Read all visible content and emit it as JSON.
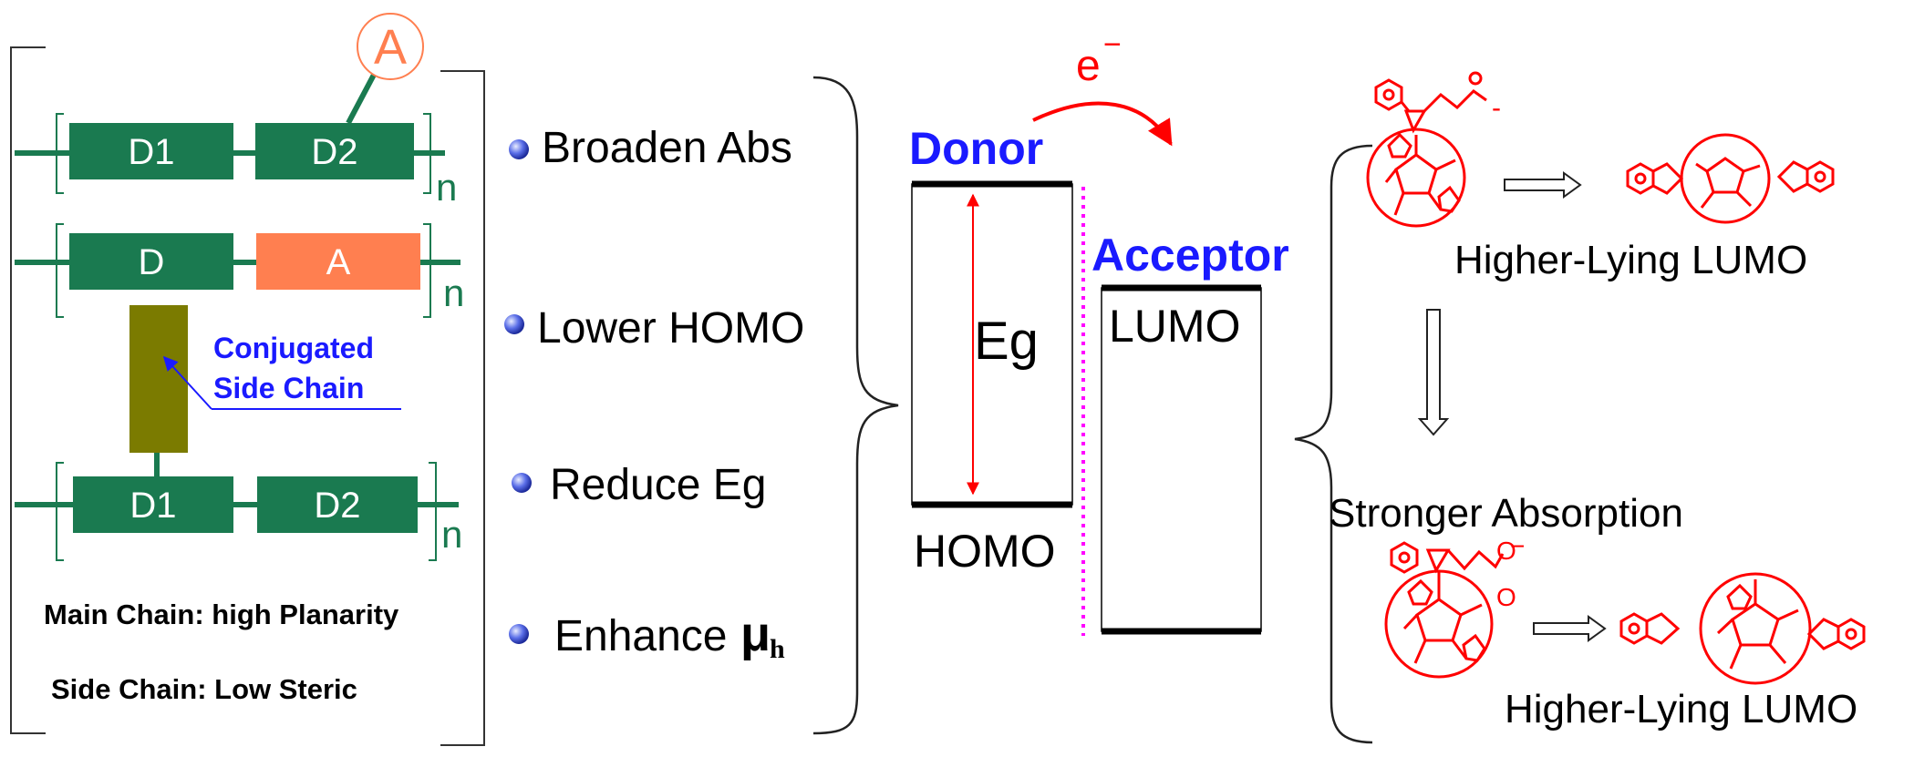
{
  "polymer_panel": {
    "unit1": {
      "block1": "D1",
      "block2": "D2",
      "pendant": "A",
      "repeat": "n"
    },
    "unit2": {
      "block1": "D",
      "block2": "A",
      "repeat": "n"
    },
    "side_chain_label_line1": "Conjugated",
    "side_chain_label_line2": "Side Chain",
    "unit3": {
      "block1": "D1",
      "block2": "D2",
      "repeat": "n"
    },
    "note_main": "Main Chain: high Planarity",
    "note_side": "Side Chain: Low Steric"
  },
  "effects": {
    "items": [
      "Broaden Abs",
      "Lower HOMO",
      "Reduce Eg",
      "Enhance"
    ],
    "mu_symbol": "μ",
    "mu_subscript": "h"
  },
  "energy_diagram": {
    "electron": "e",
    "electron_superscript": "−",
    "donor": "Donor",
    "acceptor": "Acceptor",
    "gap": "Eg",
    "lumo": "LUMO",
    "homo": "HOMO"
  },
  "fullerene_panel": {
    "charge_top": "-",
    "charge_bottom": "−",
    "oxygen": "O",
    "result_top": "Higher-Lying LUMO",
    "middle_label": "Stronger Absorption",
    "result_bottom": "Higher-Lying LUMO"
  },
  "colors": {
    "green": "#1a7a50",
    "orange": "#ff7f50",
    "olive": "#7b7b00",
    "blue": "#1a1aff",
    "red": "#ff0000",
    "magenta": "#ff00ff"
  }
}
